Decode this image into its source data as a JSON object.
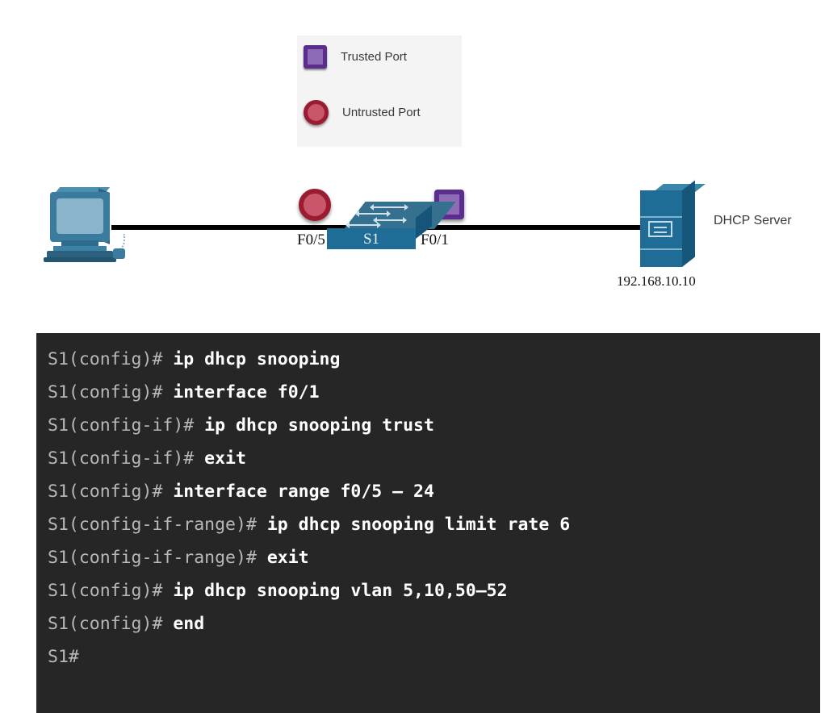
{
  "legend": {
    "items": [
      {
        "icon": "trusted-port-square-icon",
        "label": "Trusted Port",
        "color": "#5b2d8e",
        "fill": "#8e6bb5"
      },
      {
        "icon": "untrusted-port-circle-icon",
        "label": "Untrusted Port",
        "color": "#9b1b30",
        "fill": "#c9566b"
      }
    ]
  },
  "topology": {
    "pc": {
      "icon": "desktop-pc-icon"
    },
    "switch": {
      "icon": "switch-icon",
      "label": "S1"
    },
    "ports": {
      "left": "F0/5",
      "right": "F0/1"
    },
    "markers": {
      "untrusted": {
        "icon": "untrusted-port-circle-icon"
      },
      "trusted": {
        "icon": "trusted-port-square-icon"
      }
    },
    "server": {
      "icon": "server-icon",
      "name": "DHCP Server",
      "ip": "192.168.10.10"
    },
    "link": {
      "color": "#000000"
    }
  },
  "terminal": {
    "background": "#262626",
    "prompt_color": "#b8b8b8",
    "command_color": "#ffffff",
    "lines": [
      {
        "prompt": "S1(config)# ",
        "command": "ip dhcp snooping"
      },
      {
        "prompt": "S1(config)# ",
        "command": "interface f0/1"
      },
      {
        "prompt": "S1(config-if)# ",
        "command": "ip dhcp snooping trust"
      },
      {
        "prompt": "S1(config-if)# ",
        "command": "exit"
      },
      {
        "prompt": "S1(config)# ",
        "command": "interface range f0/5 – 24"
      },
      {
        "prompt": "S1(config-if-range)# ",
        "command": "ip dhcp snooping limit rate 6"
      },
      {
        "prompt": "S1(config-if-range)# ",
        "command": "exit"
      },
      {
        "prompt": "S1(config)# ",
        "command": "ip dhcp snooping vlan 5,10,50–52"
      },
      {
        "prompt": "S1(config)# ",
        "command": "end"
      },
      {
        "prompt": "S1#",
        "command": ""
      }
    ]
  }
}
